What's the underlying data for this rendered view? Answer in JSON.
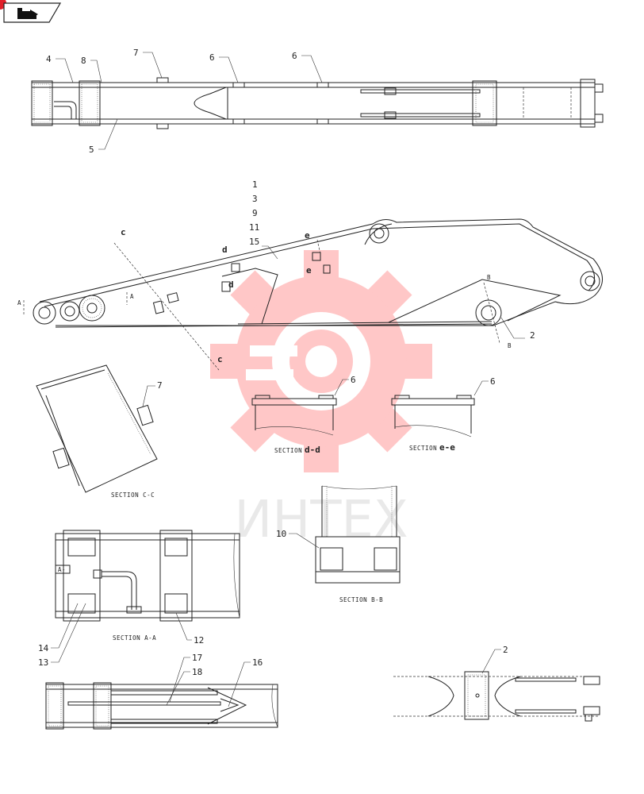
{
  "header": {
    "icon": "back-arrow-icon"
  },
  "colors": {
    "line": "#222222",
    "watermark_gear": "#ff9a9a",
    "watermark_text": "#d8d8d8",
    "corner_badge": "#e0202a"
  },
  "watermark": {
    "text": "ИНТЕХ"
  },
  "top_view": {
    "callouts": [
      {
        "id": "tv-4",
        "text": "4"
      },
      {
        "id": "tv-8",
        "text": "8"
      },
      {
        "id": "tv-7",
        "text": "7"
      },
      {
        "id": "tv-6a",
        "text": "6"
      },
      {
        "id": "tv-6b",
        "text": "6"
      },
      {
        "id": "tv-5",
        "text": "5"
      }
    ]
  },
  "side_view": {
    "callout_stack": [
      "1",
      "3",
      "9",
      "11",
      "15"
    ],
    "callouts": [
      {
        "id": "sv-2",
        "text": "2"
      }
    ],
    "section_marks": {
      "c_top": "c",
      "c_bottom": "c",
      "d1": "d",
      "d2": "d",
      "e1": "e",
      "e2": "e",
      "a1": "A",
      "a2": "A",
      "b1": "B",
      "b2": "B"
    }
  },
  "sections": {
    "cc": {
      "title": "SECTION  C-C",
      "callout": "7"
    },
    "dd": {
      "title_prefix": "SECTION ",
      "title_mark": "d-d",
      "callout": "6"
    },
    "ee": {
      "title_prefix": "SECTION ",
      "title_mark": "e-e",
      "callout": "6"
    },
    "bb": {
      "title": "SECTION  B-B",
      "callout": "10"
    },
    "aa": {
      "title": "SECTION  A-A",
      "callouts": [
        "14",
        "13",
        "12"
      ],
      "tag": "A-"
    }
  },
  "bottom_view": {
    "callouts": [
      "17",
      "18",
      "16"
    ]
  },
  "detail_right": {
    "callout": "2"
  }
}
